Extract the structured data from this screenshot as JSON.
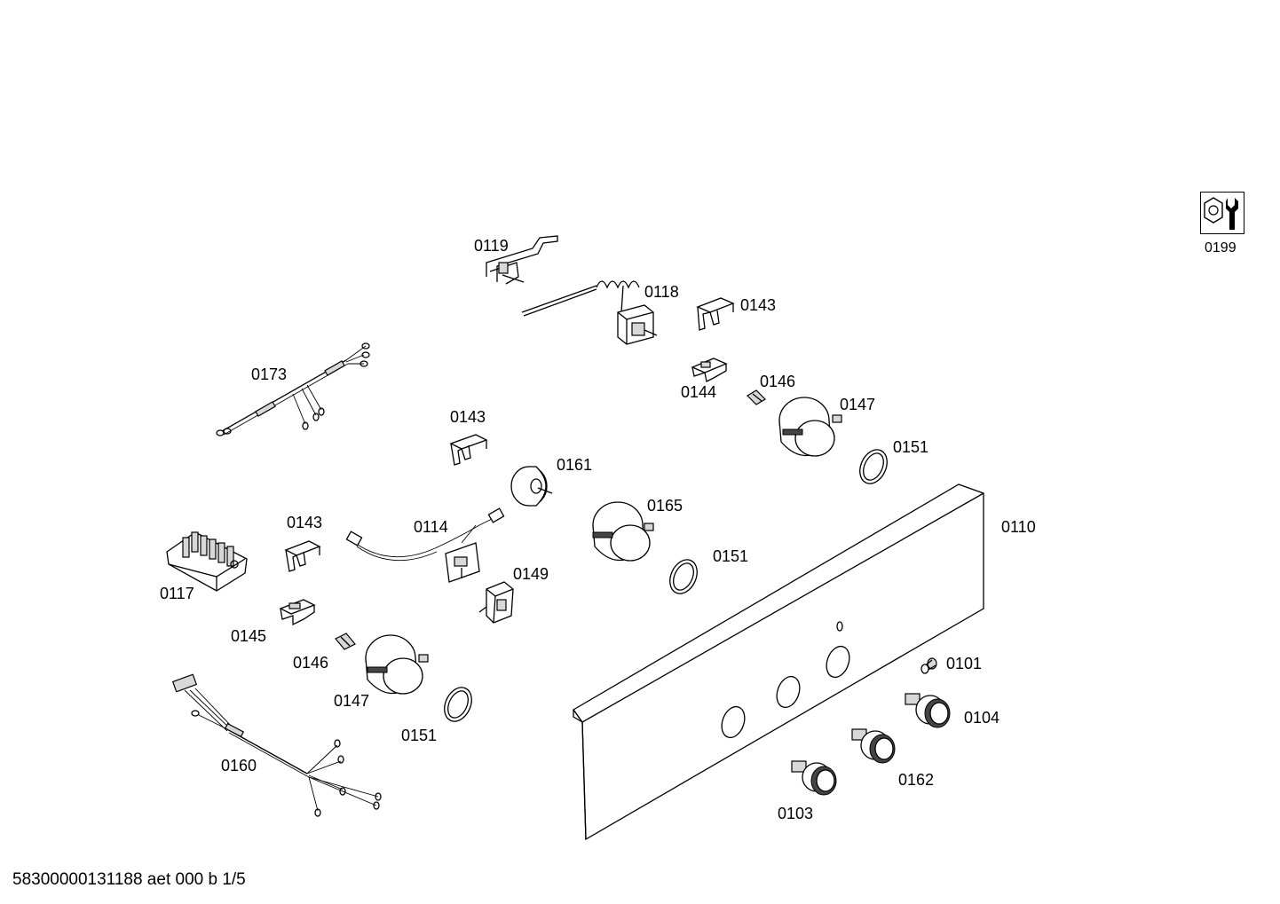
{
  "footer": {
    "doc_ref": "58300000131188 aet 000 b 1/5"
  },
  "service_tool": {
    "label": "0199",
    "icon": "nut-and-wrench-icon"
  },
  "parts": {
    "p0119": "0119",
    "p0118": "0118",
    "p0143a": "0143",
    "p0173": "0173",
    "p0144": "0144",
    "p0146a": "0146",
    "p0147a": "0147",
    "p0143b": "0143",
    "p0161": "0161",
    "p0151a": "0151",
    "p0165": "0165",
    "p0110": "0110",
    "p0143c": "0143",
    "p0114": "0114",
    "p0151b": "0151",
    "p0149": "0149",
    "p0117": "0117",
    "p0145": "0145",
    "p0146b": "0146",
    "p0101": "0101",
    "p0147b": "0147",
    "p0104": "0104",
    "p0151c": "0151",
    "p0160": "0160",
    "p0162": "0162",
    "p0103": "0103"
  }
}
